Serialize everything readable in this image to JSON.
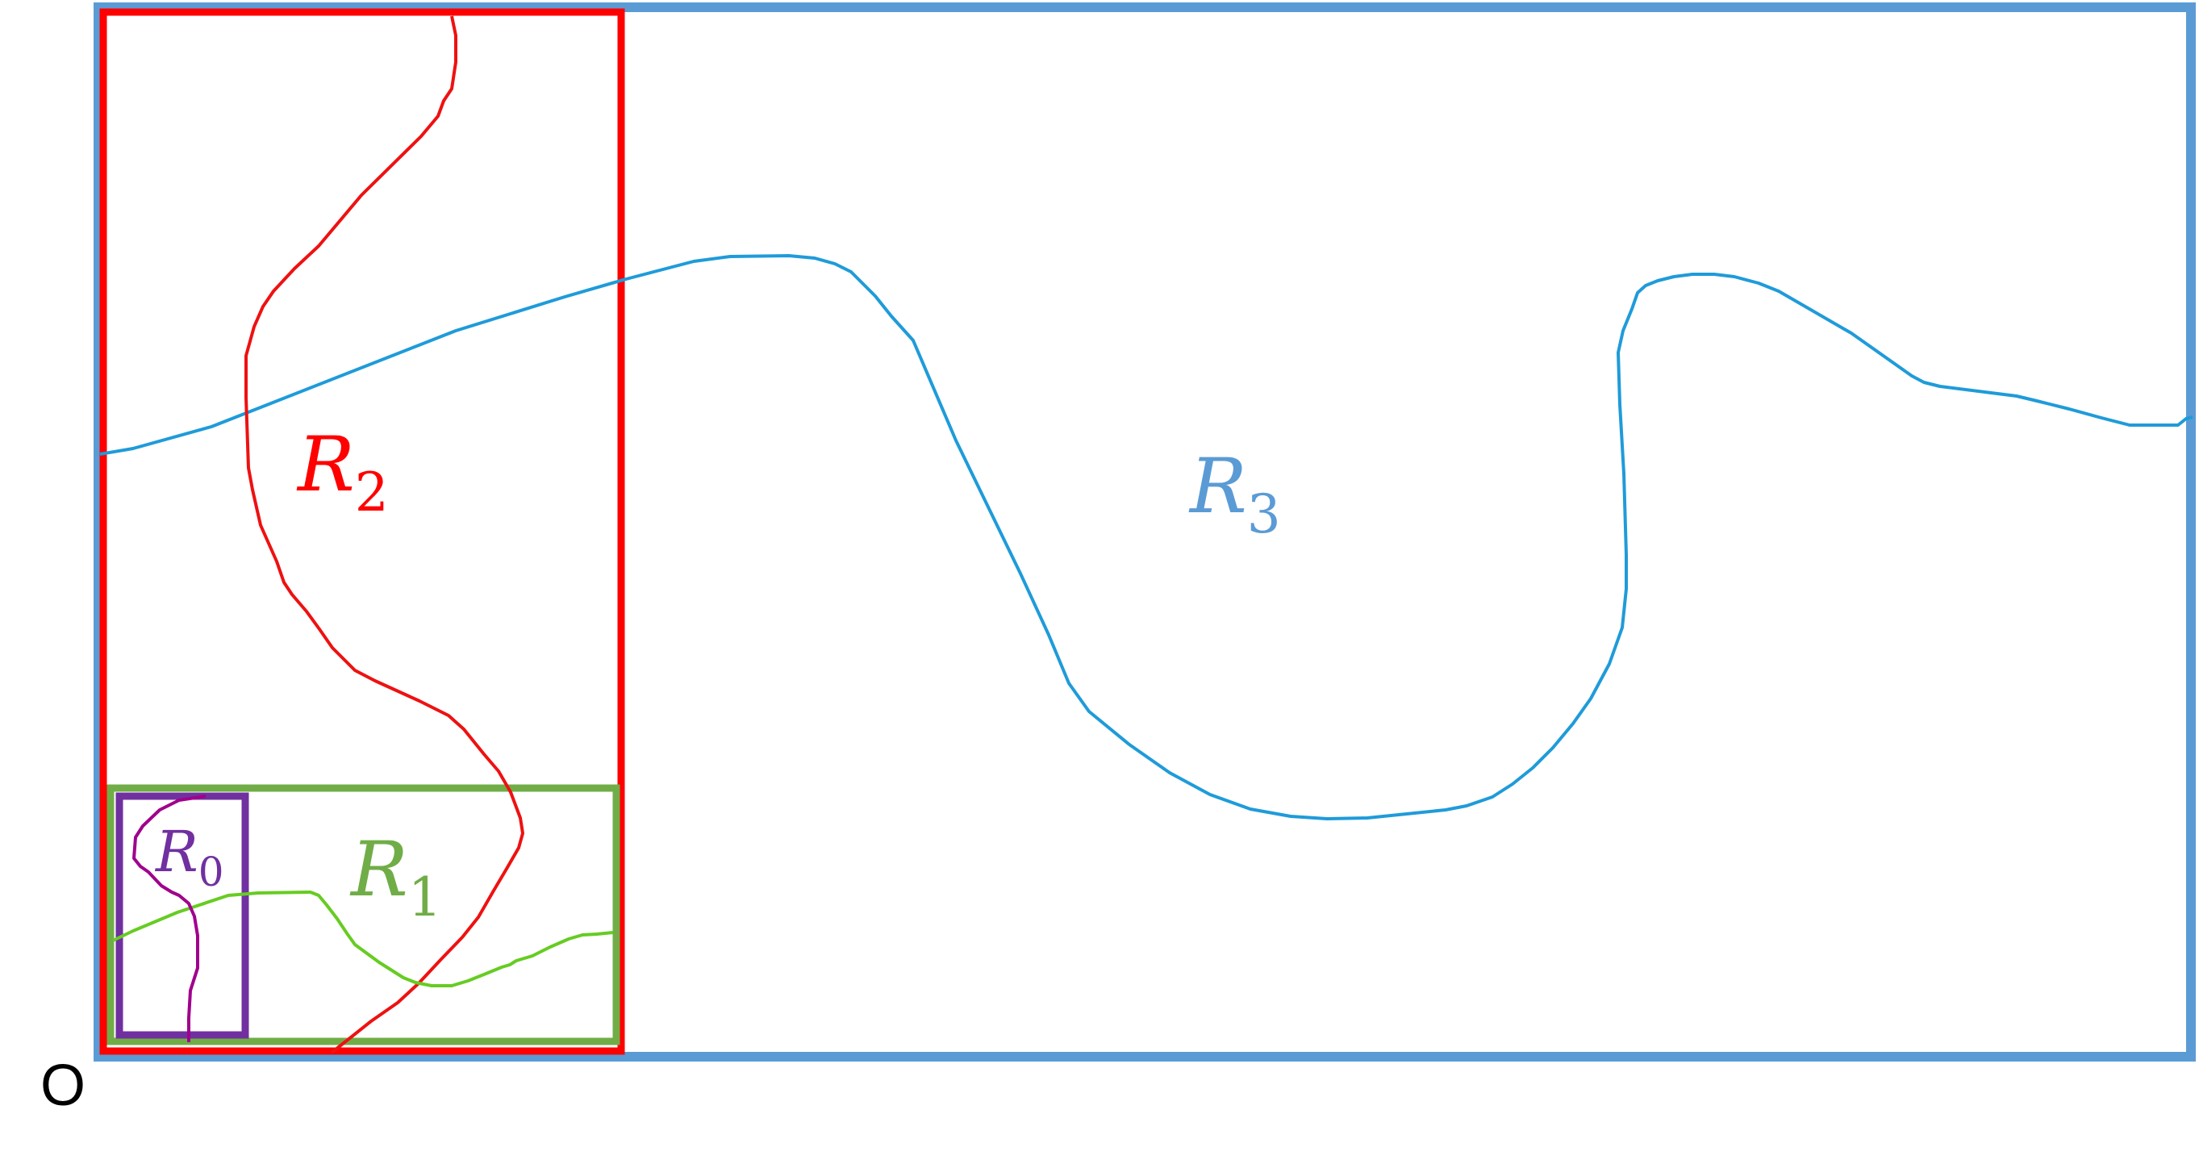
{
  "diagram": {
    "origin": {
      "label": "O"
    },
    "regions": [
      {
        "id": "R0",
        "letter": "R",
        "subscript": "0",
        "color": "#7030a0",
        "curve_color": "#a0008c"
      },
      {
        "id": "R1",
        "letter": "R",
        "subscript": "1",
        "color": "#70ad47",
        "curve_color": "#66cc22"
      },
      {
        "id": "R2",
        "letter": "R",
        "subscript": "2",
        "color": "#ff0000",
        "curve_color": "#ee1111"
      },
      {
        "id": "R3",
        "letter": "R",
        "subscript": "3",
        "color": "#5b9bd5",
        "curve_color": "#1f9bd9"
      }
    ]
  }
}
